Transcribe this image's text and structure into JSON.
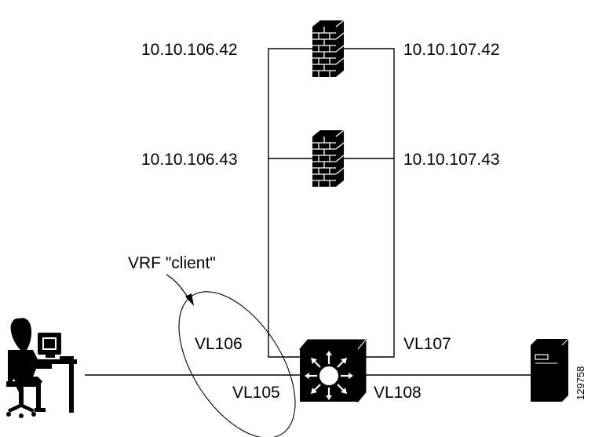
{
  "labels": {
    "fw1_left_ip": "10.10.106.42",
    "fw1_right_ip": "10.10.107.42",
    "fw2_left_ip": "10.10.106.43",
    "fw2_right_ip": "10.10.107.43",
    "vrf_label": "VRF \"client\"",
    "vlan_106": "VL106",
    "vlan_107": "VL107",
    "vlan_105": "VL105",
    "vlan_108": "VL108",
    "figure_id": "129758"
  },
  "icons": {
    "firewall_top": "firewall-icon",
    "firewall_bottom": "firewall-icon",
    "switch": "multilayer-switch-icon",
    "user": "user-workstation-icon",
    "server": "server-icon"
  }
}
